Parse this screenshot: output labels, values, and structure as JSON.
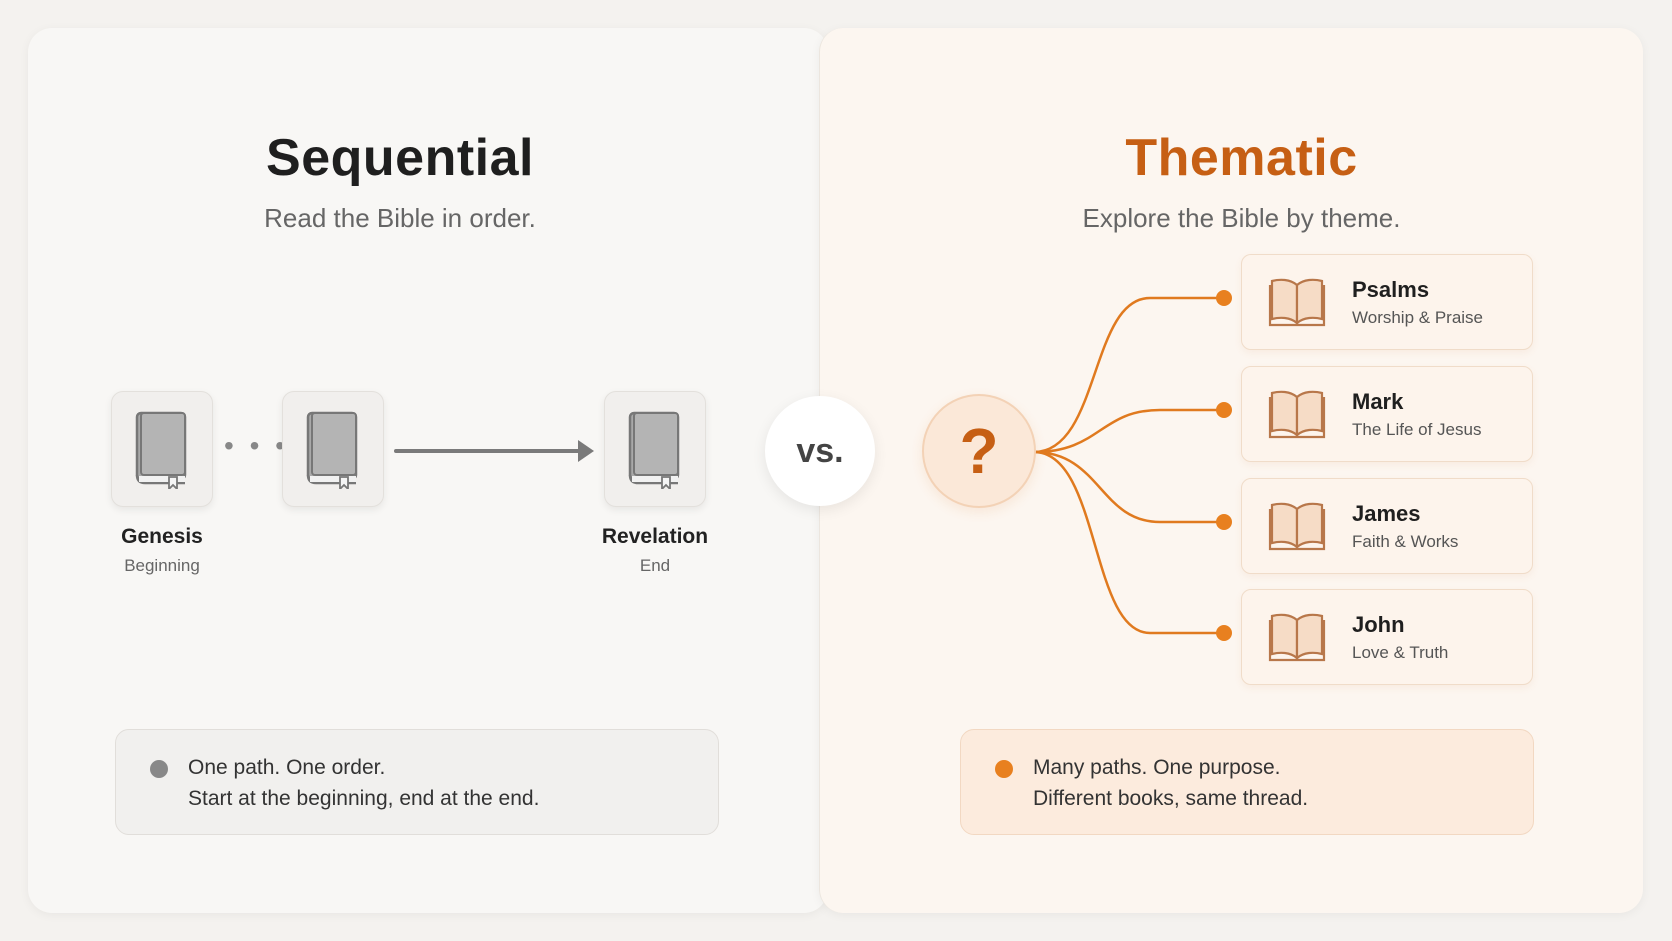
{
  "sequential": {
    "title": "Sequential",
    "subtitle": "Read the Bible in order.",
    "start_book": {
      "name": "Genesis",
      "sub": "Beginning"
    },
    "end_book": {
      "name": "Revelation",
      "sub": "End"
    },
    "dots": "• • •",
    "note": {
      "line1": "One path. One order.",
      "line2": "Start at the beginning, end at the end."
    }
  },
  "vs_label": "vs.",
  "thematic": {
    "title": "Thematic",
    "subtitle": "Explore the Bible by theme.",
    "center_symbol": "?",
    "books": [
      {
        "name": "Psalms",
        "theme": "Worship & Praise"
      },
      {
        "name": "Mark",
        "theme": "The Life of Jesus"
      },
      {
        "name": "James",
        "theme": "Faith & Works"
      },
      {
        "name": "John",
        "theme": "Love & Truth"
      }
    ],
    "note": {
      "line1": "Many paths. One purpose.",
      "line2": "Different books, same thread."
    }
  },
  "colors": {
    "accent": "#e8801f",
    "accent_dark": "#c65f14",
    "neutral": "#888888"
  },
  "icons": {
    "closed_book": "closed-book-icon",
    "open_book": "open-book-icon",
    "arrow": "arrow-right-icon"
  }
}
